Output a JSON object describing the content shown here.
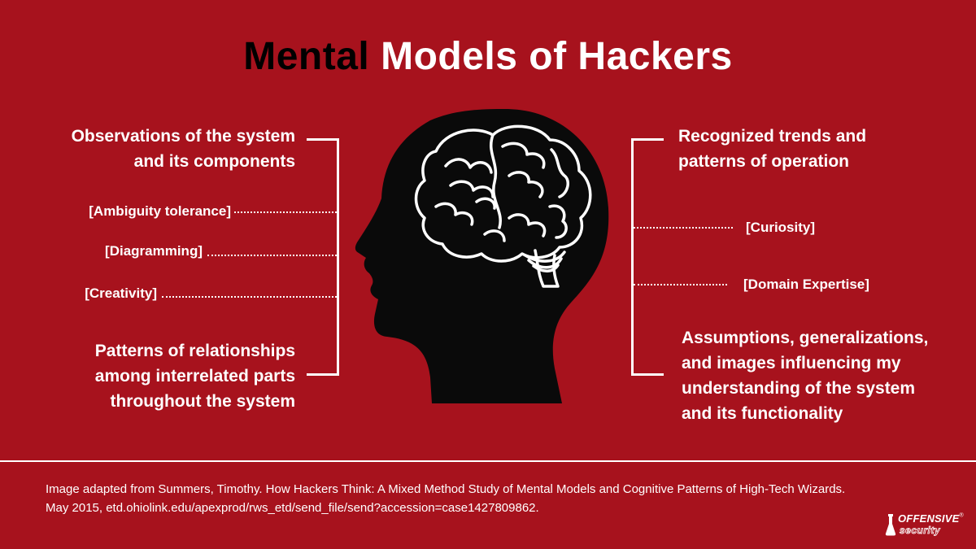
{
  "title": {
    "word1": "Mental",
    "word2": "Models of Hackers"
  },
  "left": {
    "top_heading": [
      "Observations of the system",
      "and its components"
    ],
    "tags": [
      "[Ambiguity tolerance]",
      "[Diagramming]",
      "[Creativity]"
    ],
    "bottom_heading": [
      "Patterns of relationships",
      "among interrelated parts",
      "throughout the system"
    ]
  },
  "right": {
    "top_heading": [
      "Recognized trends and",
      "patterns of operation"
    ],
    "tags": [
      "[Curiosity]",
      "[Domain Expertise]"
    ],
    "bottom_heading": [
      "Assumptions, generalizations,",
      "and images influencing my",
      "understanding of the system",
      "and its functionality"
    ]
  },
  "citation": {
    "line1": "Image adapted from Summers, Timothy. How Hackers Think: A Mixed Method Study of Mental Models and Cognitive Patterns of High-Tech Wizards.",
    "line2": "May 2015, etd.ohiolink.edu/apexprod/rws_etd/send_file/send?accession=case1427809862."
  },
  "logo": {
    "word1": "OFFENSIVE",
    "trademark": "®",
    "word2": "security"
  },
  "colors": {
    "background": "#a7121d",
    "accent": "#000000",
    "text": "#ffffff"
  },
  "icons": {
    "center": "head-with-brain-icon",
    "logo": "flask-icon"
  }
}
